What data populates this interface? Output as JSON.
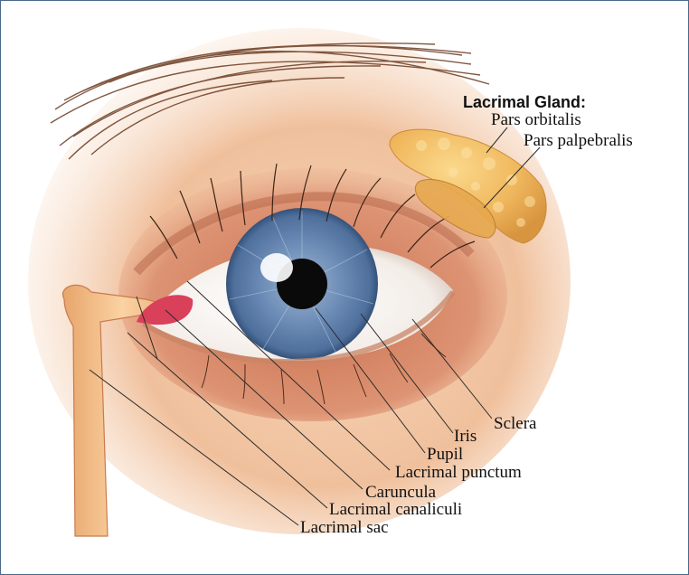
{
  "diagram": {
    "heading": "Lacrimal Gland:",
    "labels": {
      "pars_orbitalis": "Pars orbitalis",
      "pars_palpebralis": "Pars palpebralis",
      "sclera": "Sclera",
      "iris": "Iris",
      "pupil": "Pupil",
      "lacrimal_punctum": "Lacrimal punctum",
      "caruncula": "Caruncula",
      "lacrimal_canaliculi": "Lacrimal canaliculi",
      "lacrimal_sac": "Lacrimal sac"
    }
  },
  "colors": {
    "border": "#4a6a8a",
    "skin": "#f3c8a6",
    "skin_dark": "#d9906c",
    "iris": "#5c7fae",
    "gland": "#f0b860",
    "duct": "#f6c28a"
  }
}
